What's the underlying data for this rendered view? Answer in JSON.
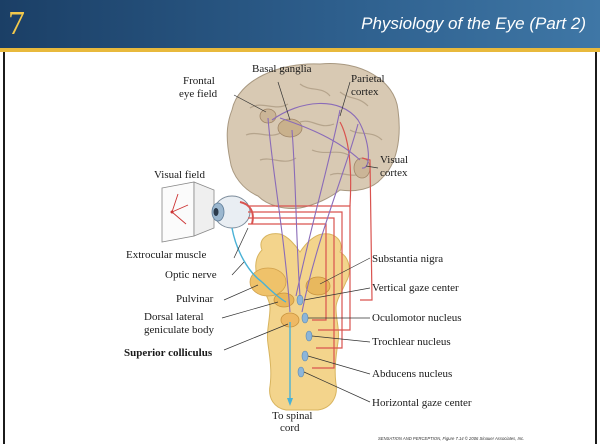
{
  "slide": {
    "chapter_number": "7",
    "title": "Physiology of the Eye (Part 2)"
  },
  "labels": {
    "frontal_eye_field": [
      "Frontal",
      "eye field"
    ],
    "basal_ganglia": "Basal ganglia",
    "parietal_cortex": [
      "Parietal",
      "cortex"
    ],
    "visual_cortex": [
      "Visual",
      "cortex"
    ],
    "visual_field": "Visual field",
    "extraocular_muscle": "Extrocular muscle",
    "optic_nerve": "Optic nerve",
    "pulvinar": "Pulvinar",
    "dorsal_lateral_geniculate": [
      "Dorsal lateral",
      "geniculate body"
    ],
    "superior_colliculus": "Superior colliculus",
    "substantia_nigra": "Substantia nigra",
    "vertical_gaze_center": "Vertical gaze center",
    "oculomotor_nucleus": "Oculomotor nucleus",
    "trochlear_nucleus": "Trochlear nucleus",
    "abducens_nucleus": "Abducens nucleus",
    "horizontal_gaze_center": "Horizontal gaze center",
    "to_spinal_cord": [
      "To spinal",
      "cord"
    ]
  },
  "credit": "SENSATION AND PERCEPTION, Figure 7.14 © 2006 Sinauer Associates, Inc.",
  "colors": {
    "header_dark": "#1b3f66",
    "header_light": "#3f77a6",
    "accent_rule": "#e8b93c",
    "brain": "#d8c9b3",
    "brainstem": "#f3d48c",
    "pathway_red": "#d9534f",
    "pathway_purple": "#8a6bb8",
    "pathway_cyan": "#4ab2d6"
  }
}
